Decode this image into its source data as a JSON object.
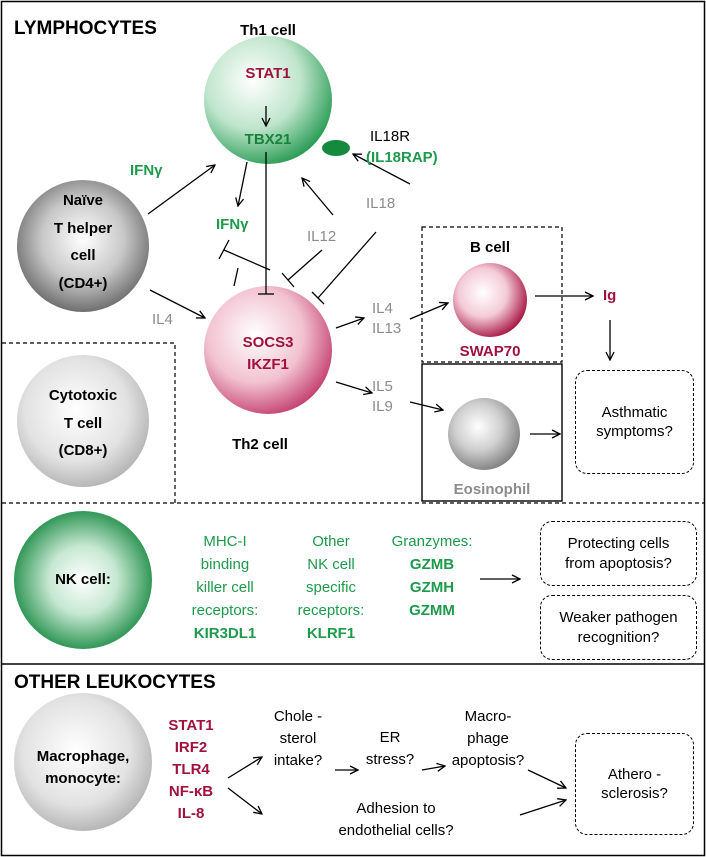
{
  "lymphocytes": {
    "title": "LYMPHOCYTES",
    "th1": {
      "label": "Th1 cell",
      "gene1": "STAT1",
      "gene2": "TBX21"
    },
    "il18r": {
      "label": "IL18R",
      "gene": "(IL18RAP)"
    },
    "ifng_left": "IFNγ",
    "ifng_mid": "IFNγ",
    "il12": "IL12",
    "il18": "IL18",
    "naive": {
      "line1": "Naïve",
      "line2": "T helper",
      "line3": "cell",
      "line4": "(CD4+)"
    },
    "il4_left": "IL4",
    "th2": {
      "gene1": "SOCS3",
      "gene2": "IKZF1",
      "label": "Th2 cell"
    },
    "cytotoxic": {
      "line1": "Cytotoxic",
      "line2": "T cell",
      "line3": "(CD8+)"
    },
    "il4_il13": {
      "line1": "IL4",
      "line2": "IL13"
    },
    "il5_il9": {
      "line1": "IL5",
      "line2": "IL9"
    },
    "bcell": {
      "label": "B cell",
      "gene": "SWAP70"
    },
    "ig": "Ig",
    "eosinophil": "Eosinophil",
    "asthma": {
      "line1": "Asthmatic",
      "line2": "symptoms?"
    }
  },
  "nk": {
    "label": "NK cell:",
    "col1": {
      "line1": "MHC-I",
      "line2": "binding",
      "line3": "killer cell",
      "line4": "receptors:",
      "gene": "KIR3DL1"
    },
    "col2": {
      "line1": "Other",
      "line2": "NK cell",
      "line3": "specific",
      "line4": "receptors:",
      "gene": "KLRF1"
    },
    "col3": {
      "label": "Granzymes:",
      "gene1": "GZMB",
      "gene2": "GZMH",
      "gene3": "GZMM"
    },
    "protect": {
      "line1": "Protecting cells",
      "line2": "from apoptosis?"
    },
    "pathogen": {
      "line1": "Weaker pathogen",
      "line2": "recognition?"
    }
  },
  "other": {
    "title": "OTHER LEUKOCYTES",
    "macrophage": {
      "line1": "Macrophage,",
      "line2": "monocyte:"
    },
    "genes": [
      "STAT1",
      "IRF2",
      "TLR4",
      "NF-κB",
      "IL-8"
    ],
    "chol": {
      "line1": "Chole -",
      "line2": "sterol",
      "line3": "intake?"
    },
    "er": {
      "line1": "ER",
      "line2": "stress?"
    },
    "macro_apop": {
      "line1": "Macro-",
      "line2": "phage",
      "line3": "apoptosis?"
    },
    "adhesion": {
      "line1": "Adhesion to",
      "line2": "endothelial cells?"
    },
    "athero": {
      "line1": "Athero -",
      "line2": "sclerosis?"
    }
  },
  "colors": {
    "green": "#1e9a4c",
    "red": "#a0123e",
    "grey": "#8c8c8c"
  }
}
